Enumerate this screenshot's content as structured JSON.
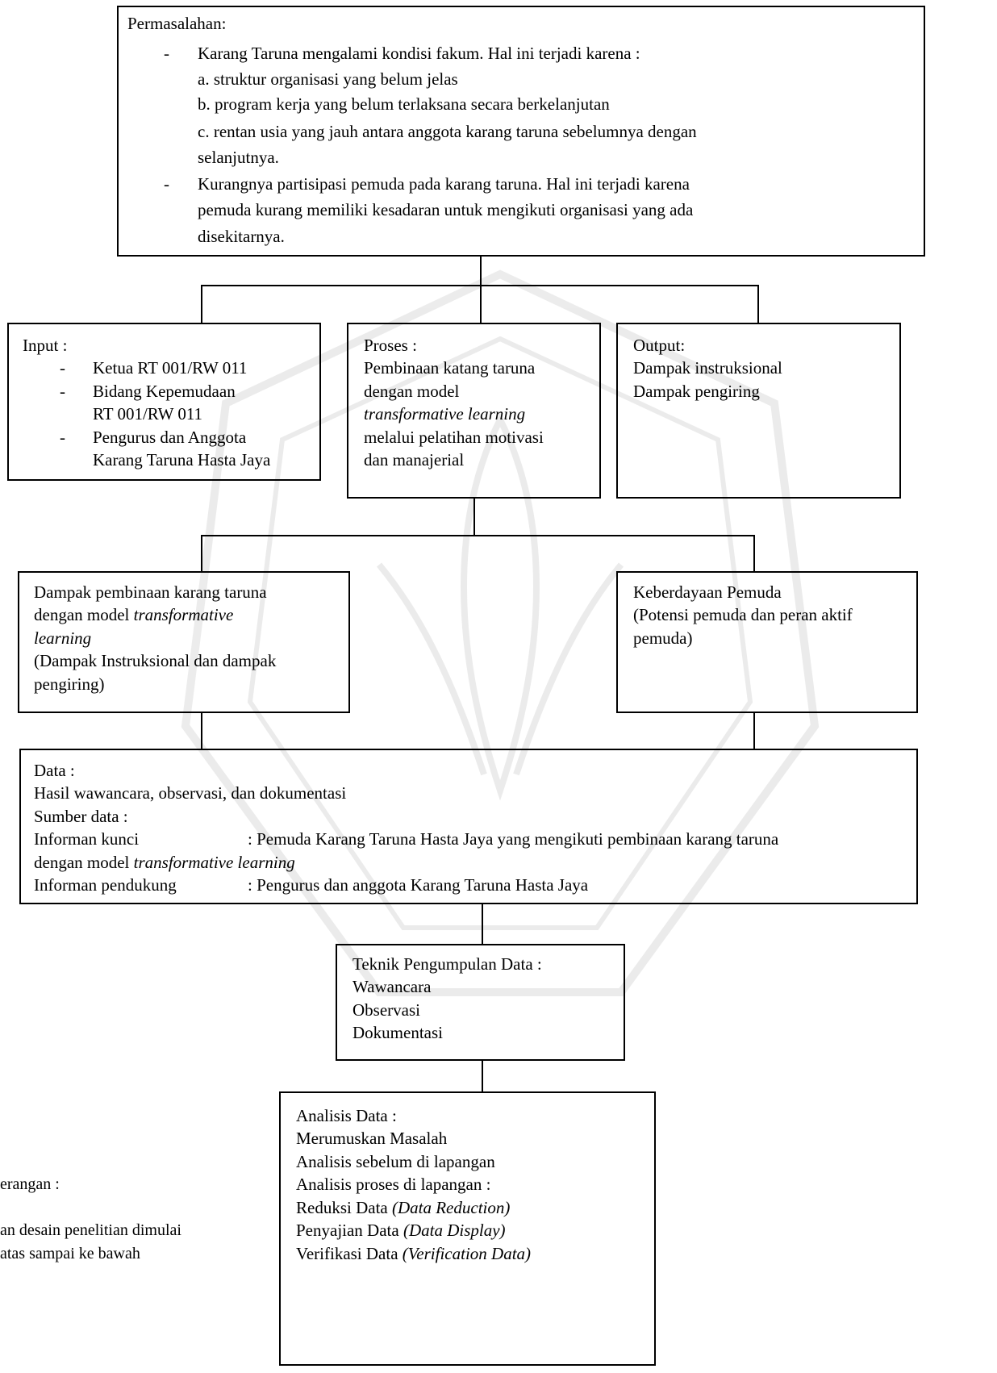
{
  "problem": {
    "title": "Permasalahan:",
    "items": [
      {
        "bullet": "-",
        "text": "Karang Taruna mengalami kondisi fakum. Hal ini terjadi karena :",
        "sub": [
          "a. struktur organisasi yang belum jelas",
          "b. program kerja yang belum terlaksana secara berkelanjutan",
          "c. rentan usia yang jauh antara anggota karang taruna sebelumnya dengan",
          "selanjutnya."
        ]
      },
      {
        "bullet": "-",
        "lines": [
          "Kurangnya partisipasi pemuda pada karang taruna. Hal ini terjadi karena",
          "pemuda kurang memiliki kesadaran untuk mengikuti organisasi yang ada",
          "disekitarnya."
        ]
      }
    ]
  },
  "input": {
    "title": "Input :",
    "items": [
      {
        "bullet": "-",
        "lines": [
          "Ketua RT 001/RW 011"
        ]
      },
      {
        "bullet": "-",
        "lines": [
          "Bidang Kepemudaan",
          "RT 001/RW 011"
        ]
      },
      {
        "bullet": "-",
        "lines": [
          "Pengurus dan Anggota",
          "Karang Taruna Hasta Jaya"
        ]
      }
    ]
  },
  "process": {
    "title": "Proses :",
    "lines": [
      "Pembinaan katang taruna",
      "dengan model",
      "transformative learning",
      "melalui pelatihan motivasi",
      "dan manajerial"
    ]
  },
  "output": {
    "title": "Output:",
    "lines": [
      "Dampak instruksional",
      "Dampak pengiring"
    ]
  },
  "impact": {
    "line1": "Dampak pembinaan karang taruna",
    "line2_normal": "dengan model ",
    "line2_italic": "transformative",
    "line3_italic": "learning",
    "line4": "(Dampak Instruksional dan dampak",
    "line5": "pengiring)"
  },
  "empower": {
    "lines": [
      "Keberdayaan Pemuda",
      "(Potensi pemuda dan peran aktif",
      "pemuda)"
    ]
  },
  "data": {
    "title": "Data :",
    "line1": "Hasil wawancara, observasi, dan dokumentasi",
    "source_title": "Sumber data :",
    "key_label": "Informan kunci",
    "key_text": ": Pemuda Karang Taruna Hasta Jaya yang mengikuti pembinaan karang  taruna",
    "key_cont_normal": "dengan model ",
    "key_cont_italic": "transformative learning",
    "support_label": "Informan pendukung",
    "support_text": ": Pengurus dan anggota Karang Taruna Hasta Jaya"
  },
  "technique": {
    "title": "Teknik Pengumpulan Data :",
    "lines": [
      "Wawancara",
      "Observasi",
      "Dokumentasi"
    ]
  },
  "analysis": {
    "title": "Analisis Data :",
    "lines": [
      "Merumuskan Masalah",
      "Analisis sebelum di lapangan",
      "Analisis proses di lapangan :"
    ],
    "steps": [
      {
        "label": "Reduksi Data ",
        "italic": "(Data Reduction)"
      },
      {
        "label": "Penyajian Data ",
        "italic": "(Data Display)"
      },
      {
        "label": "Verifikasi Data ",
        "italic": "(Verification Data)"
      }
    ]
  },
  "note": {
    "lines": [
      "erangan :",
      "an desain penelitian dimulai",
      "atas sampai  ke bawah"
    ]
  }
}
